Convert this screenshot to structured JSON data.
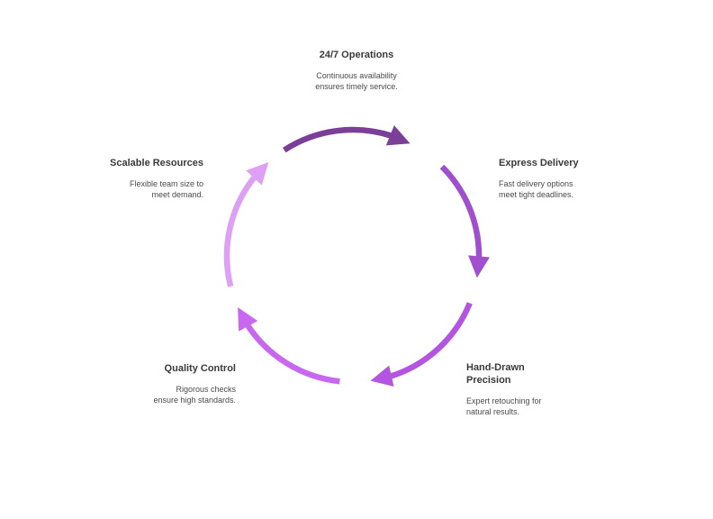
{
  "diagram": {
    "steps": [
      {
        "title": "24/7 Operations",
        "description_lines": [
          "Continuous availability",
          "ensures timely service."
        ],
        "color": "#7b3f98"
      },
      {
        "title": "Express Delivery",
        "description_lines": [
          "Fast delivery options",
          "meet tight deadlines."
        ],
        "color": "#a04fcd"
      },
      {
        "title_lines": [
          "Hand-Drawn",
          "Precision"
        ],
        "description_lines": [
          "Expert retouching for",
          "natural results."
        ],
        "color": "#b455e2"
      },
      {
        "title": "Quality Control",
        "description_lines": [
          "Rigorous checks",
          "ensure high standards."
        ],
        "color": "#c868f0"
      },
      {
        "title": "Scalable Resources",
        "description_lines": [
          "Flexible team size to",
          "meet demand."
        ],
        "color": "#dda0f5"
      }
    ]
  }
}
